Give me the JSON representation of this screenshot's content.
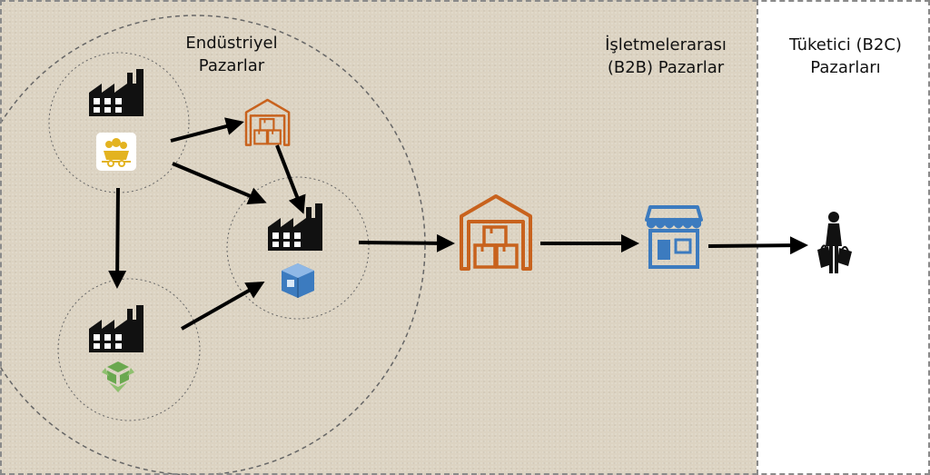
{
  "labels": {
    "industrial_line1": "Endüstriyel",
    "industrial_line2": "Pazarlar",
    "b2b_line1": "İşletmelerarası",
    "b2b_line2": "(B2B) Pazarlar",
    "b2c_line1": "Tüketici (B2C)",
    "b2c_line2": "Pazarları"
  },
  "icons": {
    "factory": "factory-icon",
    "mine_cart": "mine-cart-icon",
    "recycle": "recycle-box-icon",
    "package": "package-icon",
    "warehouse": "warehouse-icon",
    "store": "store-icon",
    "shopper": "shopper-icon"
  },
  "colors": {
    "orange": "#c8621d",
    "blue": "#3c7bbf",
    "green": "#6aa84f",
    "gold": "#e3b320",
    "panel": "#dcd3c2"
  }
}
